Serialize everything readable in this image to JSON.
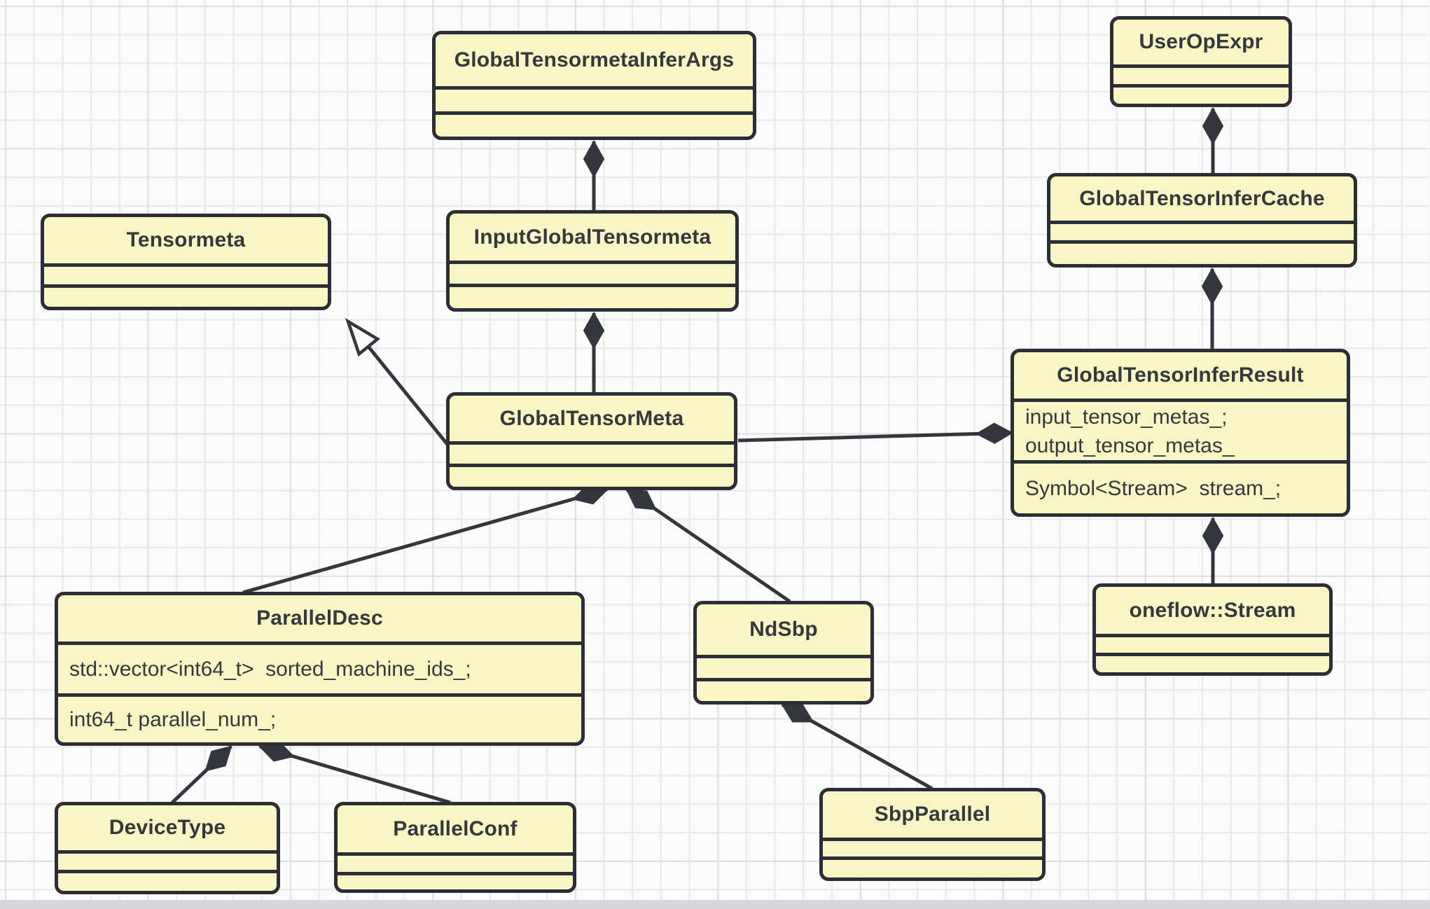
{
  "diagram": {
    "kind": "uml-class-diagram",
    "colors": {
      "box_fill": "#FAF5C5",
      "box_border": "#2B2E35",
      "line": "#33363C",
      "text": "#35383E",
      "canvas_bg": "#FBFBFB",
      "grid_line": "#E9E9E9",
      "grid_accent": "#E0E0E0",
      "bottom_bar": "#D6D8DB"
    },
    "classes": [
      {
        "name": "GlobalTensormetaInferArgs"
      },
      {
        "name": "UserOpExpr"
      },
      {
        "name": "Tensormeta"
      },
      {
        "name": "InputGlobalTensormeta"
      },
      {
        "name": "GlobalTensorInferCache"
      },
      {
        "name": "GlobalTensorMeta"
      },
      {
        "name": "GlobalTensorInferResult",
        "fields": [
          "input_tensor_metas_;",
          "output_tensor_metas_"
        ],
        "fields2": [
          "Symbol<Stream>  stream_;"
        ]
      },
      {
        "name": "ParallelDesc",
        "fields": [
          "std::vector<int64_t>  sorted_machine_ids_;"
        ],
        "fields2": [
          "int64_t parallel_num_;"
        ]
      },
      {
        "name": "NdSbp"
      },
      {
        "name": "oneflow::Stream"
      },
      {
        "name": "DeviceType"
      },
      {
        "name": "ParallelConf"
      },
      {
        "name": "SbpParallel"
      }
    ],
    "relations": [
      {
        "from": "GlobalTensormetaInferArgs",
        "to": "InputGlobalTensormeta",
        "type": "composition",
        "diamond_at": "GlobalTensormetaInferArgs"
      },
      {
        "from": "InputGlobalTensormeta",
        "to": "GlobalTensorMeta",
        "type": "composition",
        "diamond_at": "InputGlobalTensormeta"
      },
      {
        "from": "GlobalTensorMeta",
        "to": "Tensormeta",
        "type": "inheritance",
        "arrow_at": "Tensormeta"
      },
      {
        "from": "GlobalTensorInferResult",
        "to": "GlobalTensorMeta",
        "type": "composition",
        "diamond_at": "GlobalTensorInferResult"
      },
      {
        "from": "GlobalTensorMeta",
        "to": "ParallelDesc",
        "type": "composition",
        "diamond_at": "GlobalTensorMeta"
      },
      {
        "from": "GlobalTensorMeta",
        "to": "NdSbp",
        "type": "composition",
        "diamond_at": "GlobalTensorMeta"
      },
      {
        "from": "ParallelDesc",
        "to": "DeviceType",
        "type": "composition",
        "diamond_at": "ParallelDesc"
      },
      {
        "from": "ParallelDesc",
        "to": "ParallelConf",
        "type": "composition",
        "diamond_at": "ParallelDesc"
      },
      {
        "from": "NdSbp",
        "to": "SbpParallel",
        "type": "composition",
        "diamond_at": "NdSbp"
      },
      {
        "from": "UserOpExpr",
        "to": "GlobalTensorInferCache",
        "type": "composition",
        "diamond_at": "UserOpExpr"
      },
      {
        "from": "GlobalTensorInferCache",
        "to": "GlobalTensorInferResult",
        "type": "composition",
        "diamond_at": "GlobalTensorInferCache"
      },
      {
        "from": "GlobalTensorInferResult",
        "to": "oneflow::Stream",
        "type": "composition",
        "diamond_at": "GlobalTensorInferResult"
      }
    ]
  }
}
